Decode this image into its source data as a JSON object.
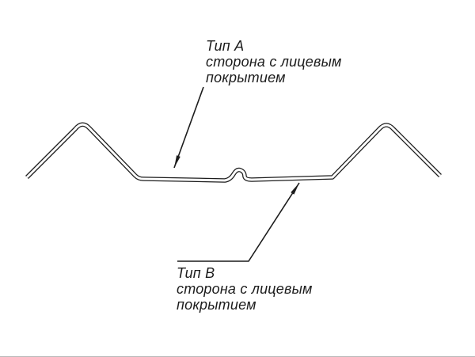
{
  "labels": {
    "a": {
      "line1": "Тип А",
      "line2": "сторона с лицевым",
      "line3": "покрытием"
    },
    "b": {
      "line1": "Тип В",
      "line2": "сторона с лицевым",
      "line3": "покрытием"
    }
  },
  "colors": {
    "line": "#1c1c1c",
    "background": "#ffffff"
  }
}
